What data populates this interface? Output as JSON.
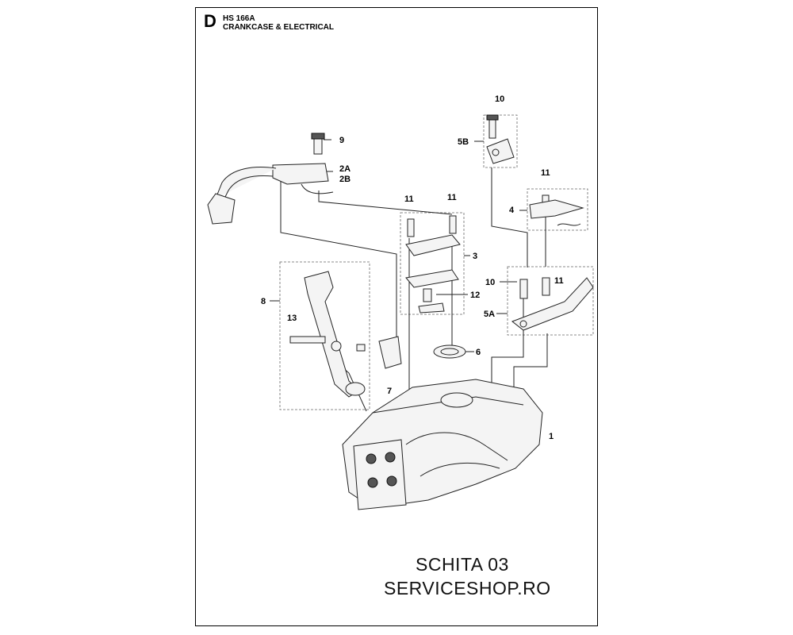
{
  "header": {
    "section_letter": "D",
    "model": "HS 166A",
    "title": "CRANKCASE & ELECTRICAL"
  },
  "callouts": [
    {
      "id": "9",
      "label": "9"
    },
    {
      "id": "2A",
      "label": "2A"
    },
    {
      "id": "2B",
      "label": "2B"
    },
    {
      "id": "10-top",
      "label": "10"
    },
    {
      "id": "5B",
      "label": "5B"
    },
    {
      "id": "11-a",
      "label": "11"
    },
    {
      "id": "11-b",
      "label": "11"
    },
    {
      "id": "11-c",
      "label": "11"
    },
    {
      "id": "4",
      "label": "4"
    },
    {
      "id": "3",
      "label": "3"
    },
    {
      "id": "10-mid",
      "label": "10"
    },
    {
      "id": "11-d",
      "label": "11"
    },
    {
      "id": "12",
      "label": "12"
    },
    {
      "id": "5A",
      "label": "5A"
    },
    {
      "id": "8",
      "label": "8"
    },
    {
      "id": "13",
      "label": "13"
    },
    {
      "id": "6",
      "label": "6"
    },
    {
      "id": "7",
      "label": "7"
    },
    {
      "id": "1",
      "label": "1"
    }
  ],
  "watermark": {
    "line1": "SCHITA 03",
    "line2": "SERVICESHOP.RO"
  }
}
